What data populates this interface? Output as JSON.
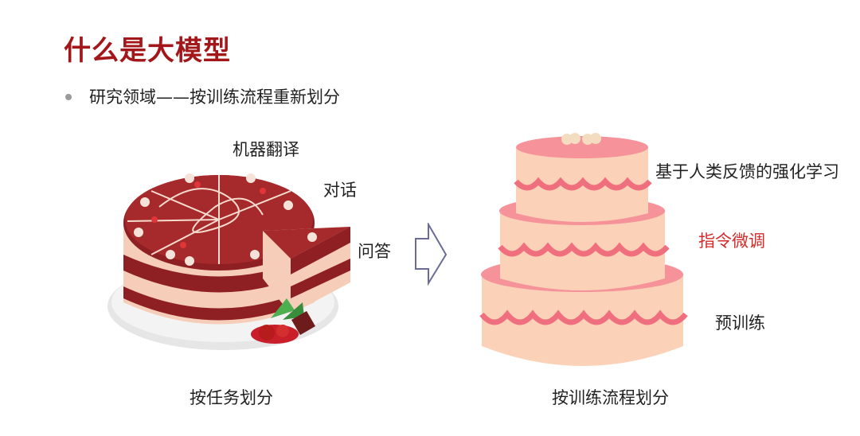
{
  "slide": {
    "title": "什么是大模型",
    "subtitle": "研究领域——按训练流程重新划分"
  },
  "left": {
    "labels": [
      "机器翻译",
      "对话",
      "问答"
    ],
    "caption": "按任务划分"
  },
  "right": {
    "layers": [
      "基于人类反馈的强化学习",
      "指令微调",
      "预训练"
    ],
    "caption": "按训练流程划分",
    "highlight_color": "#d42a2a"
  },
  "arrow_icon": "right-arrow-icon"
}
